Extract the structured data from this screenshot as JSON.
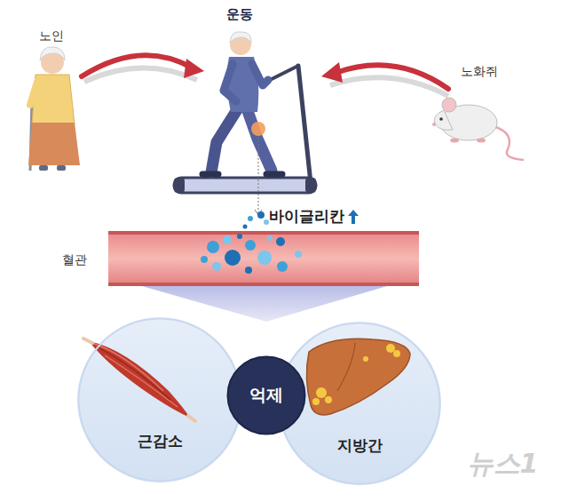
{
  "diagram": {
    "nodes": [
      {
        "text": [
          "근감소"
        ]
      },
      {
        "text": [
          "억제"
        ]
      },
      {
        "text": [
          "지방간"
        ]
      }
    ],
    "labels": [
      "노인",
      "운동",
      "노화쥐",
      "바이글리칸",
      "혈관",
      "뉴스1"
    ]
  }
}
